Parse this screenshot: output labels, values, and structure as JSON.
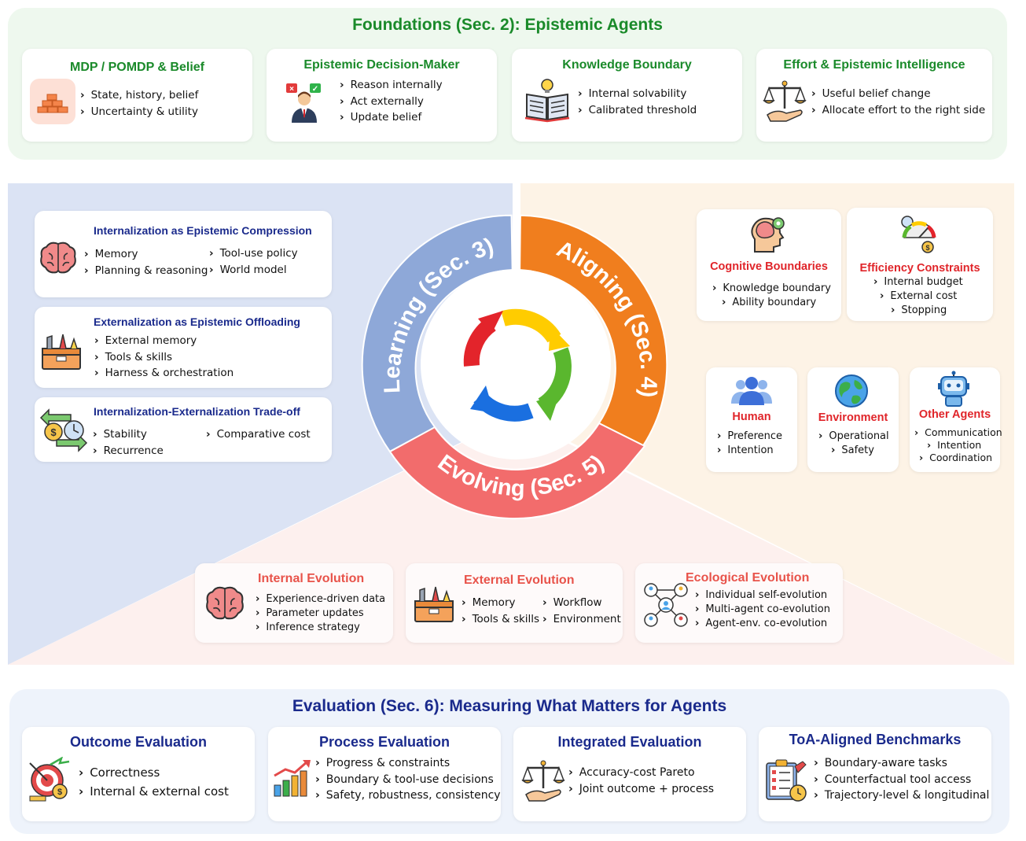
{
  "foundations": {
    "title": "Foundations (Sec. 2): Epistemic Agents",
    "cards": [
      {
        "title": "MDP / POMDP & Belief",
        "icon": "bricks-icon",
        "items": [
          "State, history, belief",
          "Uncertainty & utility"
        ]
      },
      {
        "title": "Epistemic Decision-Maker",
        "icon": "decision-maker-icon",
        "items": [
          "Reason internally",
          "Act externally",
          "Update belief"
        ]
      },
      {
        "title": "Knowledge Boundary",
        "icon": "open-book-icon",
        "items": [
          "Internal solvability",
          "Calibrated threshold"
        ]
      },
      {
        "title": "Effort & Epistemic Intelligence",
        "icon": "balance-scale-icon",
        "items": [
          "Useful belief change",
          "Allocate effort to the right side"
        ]
      }
    ]
  },
  "cycle": {
    "learning": "Learning (Sec. 3)",
    "aligning": "Aligning (Sec. 4)",
    "evolving": "Evolving (Sec. 5)"
  },
  "learning_cards": [
    {
      "title": "Internalization as Epistemic Compression",
      "icon": "brain-icon",
      "col1": [
        "Memory",
        "Planning & reasoning"
      ],
      "col2": [
        "Tool-use policy",
        "World model"
      ]
    },
    {
      "title": "Externalization as Epistemic Offloading",
      "icon": "toolbox-icon",
      "items": [
        "External memory",
        "Tools & skills",
        "Harness & orchestration"
      ]
    },
    {
      "title": "Internalization-Externalization Trade-off",
      "icon": "coin-clock-icon",
      "col1": [
        "Stability",
        "Recurrence"
      ],
      "col2": [
        "Comparative cost"
      ]
    }
  ],
  "aligning_cards": [
    {
      "title": "Cognitive Boundaries",
      "icon": "head-gear-icon",
      "items": [
        "Knowledge boundary",
        "Ability boundary"
      ]
    },
    {
      "title": "Efficiency Constraints",
      "icon": "gauge-icon",
      "items": [
        "Internal budget",
        "External cost",
        "Stopping"
      ]
    },
    {
      "title": "Human",
      "icon": "people-icon",
      "items": [
        "Preference",
        "Intention"
      ]
    },
    {
      "title": "Environment",
      "icon": "globe-icon",
      "items": [
        "Operational",
        "Safety"
      ]
    },
    {
      "title": "Other Agents",
      "icon": "robot-icon",
      "items": [
        "Communication",
        "Intention",
        "Coordination"
      ]
    }
  ],
  "evolving_cards": [
    {
      "title": "Internal Evolution",
      "icon": "brain-icon",
      "items": [
        "Experience-driven data",
        "Parameter updates",
        "Inference strategy"
      ]
    },
    {
      "title": "External Evolution",
      "icon": "toolbox-icon",
      "col1": [
        "Memory",
        "Tools & skills"
      ],
      "col2": [
        "Workflow",
        "Environment"
      ]
    },
    {
      "title": "Ecological Evolution",
      "icon": "network-icon",
      "items": [
        "Individual self-evolution",
        "Multi-agent co-evolution",
        "Agent-env. co-evolution"
      ]
    }
  ],
  "evaluation": {
    "title": "Evaluation (Sec. 6): Measuring What Matters for Agents",
    "cards": [
      {
        "title": "Outcome Evaluation",
        "icon": "target-icon",
        "items": [
          "Correctness",
          "Internal & external cost"
        ]
      },
      {
        "title": "Process Evaluation",
        "icon": "bar-chart-icon",
        "items": [
          "Progress & constraints",
          "Boundary & tool-use decisions",
          "Safety, robustness, consistency"
        ]
      },
      {
        "title": "Integrated Evaluation",
        "icon": "balance-scale-icon",
        "items": [
          "Accuracy-cost Pareto",
          "Joint outcome + process"
        ]
      },
      {
        "title": "ToA-Aligned Benchmarks",
        "icon": "clipboard-icon",
        "items": [
          "Boundary-aware tasks",
          "Counterfactual tool access",
          "Trajectory-level & longitudinal"
        ]
      }
    ]
  },
  "colors": {
    "foundations_bg": "#eef8ee",
    "learning_bg": "#dbe3f4",
    "aligning_bg": "#fdf3e6",
    "evolving_bg": "#fdf0ee",
    "evaluation_bg": "#eef3fb",
    "learning_ring": "#8ea8d8",
    "aligning_ring": "#f07e1e",
    "evolving_ring": "#f26c6c",
    "green_title": "#1a8a2a",
    "navy_title": "#1a2a8c",
    "red_title": "#e0252a"
  }
}
